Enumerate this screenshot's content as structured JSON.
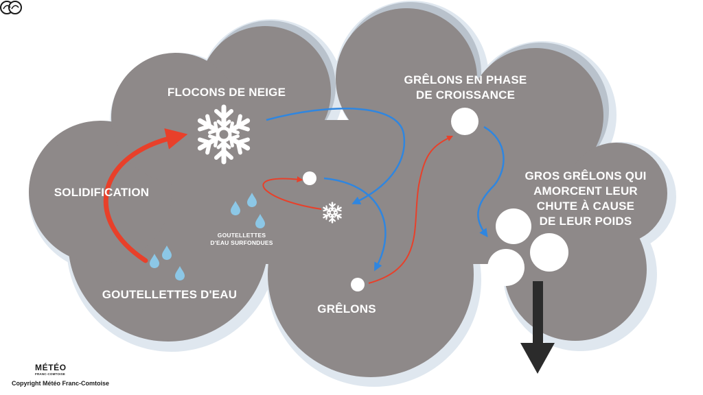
{
  "labels": {
    "flocons": "FLOCONS DE NEIGE",
    "solidification": "SOLIDIFICATION",
    "goutelettes": "GOUTELLETTES D'EAU",
    "grelons": "GRÊLONS",
    "croissance_1": "GRÊLONS EN PHASE",
    "croissance_2": "DE CROISSANCE",
    "gros_1": "GROS GRÊLONS QUI",
    "gros_2": "AMORCENT LEUR",
    "gros_3": "CHUTE À CAUSE",
    "gros_4": "DE LEUR POIDS",
    "surfondues_1": "GOUTELLETTES",
    "surfondues_2": "D'EAU SURFONDUES"
  },
  "brand": {
    "name": "MÉTÉO",
    "sub": "FRANC-COMTOISE",
    "copyright": "Copyright Météo Franc-Comtoise"
  },
  "colors": {
    "cloud": "#8e8989",
    "cloud_shadow": "#dfe7ef",
    "cloud_highlight": "#b9c2cc",
    "red_arrow": "#e8402a",
    "blue_arrow": "#2f86e0",
    "down_arrow": "#2b2b2b",
    "droplet": "#8cc7e6",
    "text": "#ffffff"
  },
  "icons": [
    "snowflake-icon",
    "droplet-icon",
    "hailstone-icon",
    "down-arrow-icon"
  ]
}
